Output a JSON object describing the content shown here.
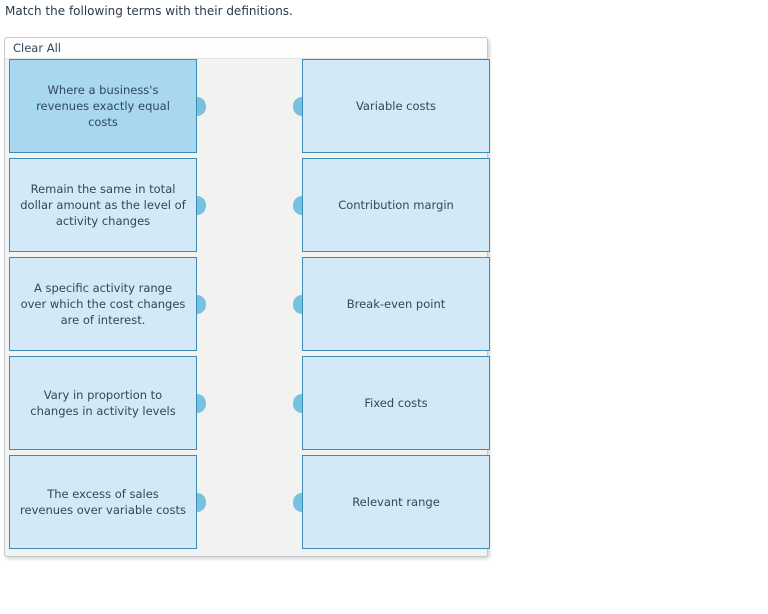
{
  "prompt": "Match the following terms with their definitions.",
  "panel": {
    "clear_all_label": "Clear All"
  },
  "colors": {
    "card_fill": "#d3e9f7",
    "card_fill_selected": "#a8d7f0",
    "card_border": "#3d8cb5",
    "nub": "#76c2e0",
    "text": "#32475c",
    "panel_bg": "#f2f2f0",
    "panel_border": "#c3c9cf"
  },
  "definitions": [
    {
      "text": "Where a business's revenues exactly equal costs",
      "selected": true
    },
    {
      "text": "Remain the same in total dollar amount as the level of activity changes",
      "selected": false
    },
    {
      "text": "A specific activity range over which the cost changes are of interest.",
      "selected": false
    },
    {
      "text": "Vary in proportion to changes in activity levels",
      "selected": false
    },
    {
      "text": "The excess of sales revenues over variable costs",
      "selected": false
    }
  ],
  "terms": [
    {
      "text": "Variable costs",
      "selected": false
    },
    {
      "text": "Contribution margin",
      "selected": false
    },
    {
      "text": "Break-even point",
      "selected": false
    },
    {
      "text": "Fixed costs",
      "selected": false
    },
    {
      "text": "Relevant range",
      "selected": false
    }
  ]
}
